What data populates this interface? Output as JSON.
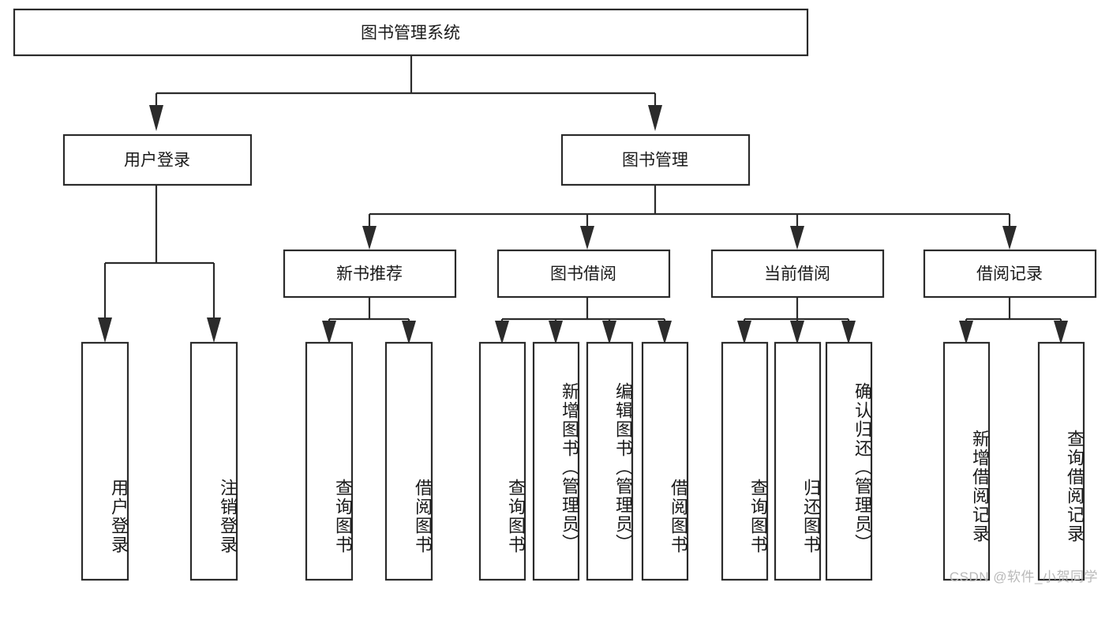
{
  "diagram": {
    "type": "hierarchy-tree",
    "title": "图书管理系统",
    "orientation": "top-down",
    "colors": {
      "background": "#ffffff",
      "box_fill": "#ffffff",
      "box_stroke": "#2b2b2b",
      "connector": "#2b2b2b",
      "text": "#1a1a1a",
      "watermark": "#b9b9b9"
    },
    "levels": {
      "root": {
        "label": "图书管理系统"
      },
      "level2": [
        {
          "label": "用户登录"
        },
        {
          "label": "图书管理"
        }
      ],
      "level3": [
        {
          "label": "新书推荐"
        },
        {
          "label": "图书借阅"
        },
        {
          "label": "当前借阅"
        },
        {
          "label": "借阅记录"
        }
      ]
    },
    "nodes": {
      "root": "图书管理系统",
      "user_login": "用户登录",
      "book_manage": "图书管理",
      "new_book_rec": "新书推荐",
      "book_borrow": "图书借阅",
      "current_borrow": "当前借阅",
      "borrow_record": "借阅记录",
      "leaf_user_login": "用户登录",
      "leaf_logout": "注销登录",
      "leaf_query_book_1": "查询图书",
      "leaf_borrow_book_1": "借阅图书",
      "leaf_query_book_2": "查询图书",
      "leaf_add_book": "新增图书（管理员）",
      "leaf_edit_book": "编辑图书（管理员）",
      "leaf_borrow_book_2": "借阅图书",
      "leaf_query_book_3": "查询图书",
      "leaf_return_book": "归还图书",
      "leaf_confirm_return": "确认归还（管理员）",
      "leaf_add_record": "新增借阅记录",
      "leaf_query_record": "查询借阅记录"
    },
    "groups": [
      {
        "parent": "用户登录",
        "children": [
          "用户登录",
          "注销登录"
        ]
      },
      {
        "parent": "新书推荐",
        "children": [
          "查询图书",
          "借阅图书"
        ]
      },
      {
        "parent": "图书借阅",
        "children": [
          "查询图书",
          "新增图书（管理员）",
          "编辑图书（管理员）",
          "借阅图书"
        ]
      },
      {
        "parent": "当前借阅",
        "children": [
          "查询图书",
          "归还图书",
          "确认归还（管理员）"
        ]
      },
      {
        "parent": "借阅记录",
        "children": [
          "新增借阅记录",
          "查询借阅记录"
        ]
      }
    ]
  },
  "watermark": {
    "text": "CSDN @软件_小贺同学"
  }
}
